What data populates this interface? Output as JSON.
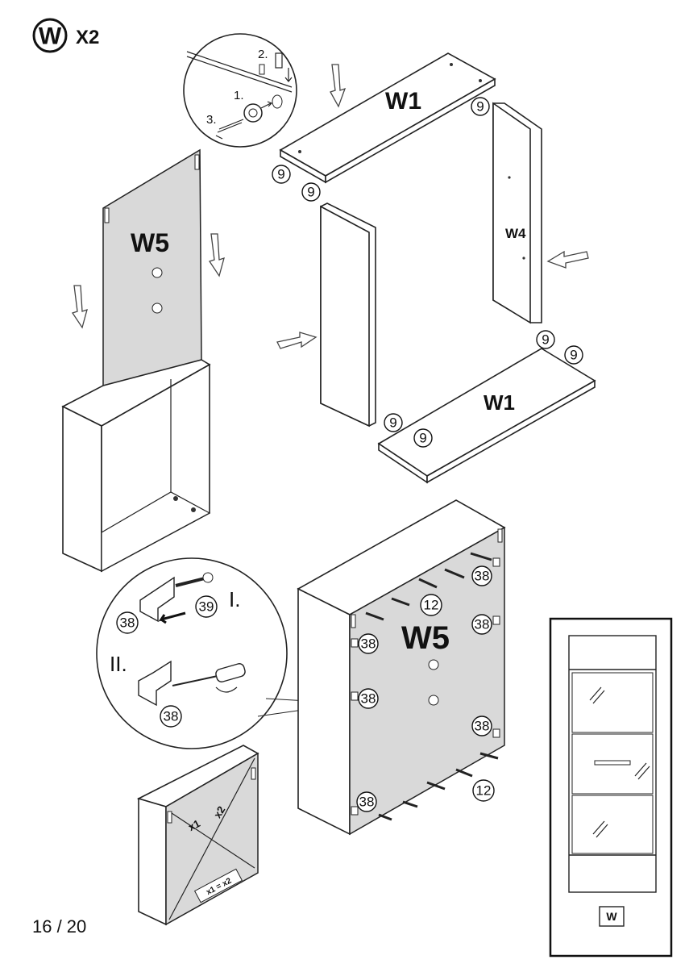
{
  "header": {
    "part_letter": "W",
    "quantity": "X2"
  },
  "parts": {
    "w1_top": "W1",
    "w1_bottom": "W1",
    "w4": "W4",
    "w5_panel": "W5",
    "w5_back": "W5"
  },
  "part_numbers": {
    "nine": "9",
    "twelve": "12",
    "thirty_eight": "38",
    "thirty_nine": "39"
  },
  "detail_top": {
    "step1": "1.",
    "step2": "2.",
    "step3": "3."
  },
  "detail_bottom": {
    "step_i": "I.",
    "step_ii": "II."
  },
  "diagonal": {
    "x1": "x1",
    "x2": "x2",
    "equation": "x1 = x2"
  },
  "legend": {
    "label": "W"
  },
  "footer": {
    "page": "16 / 20"
  }
}
